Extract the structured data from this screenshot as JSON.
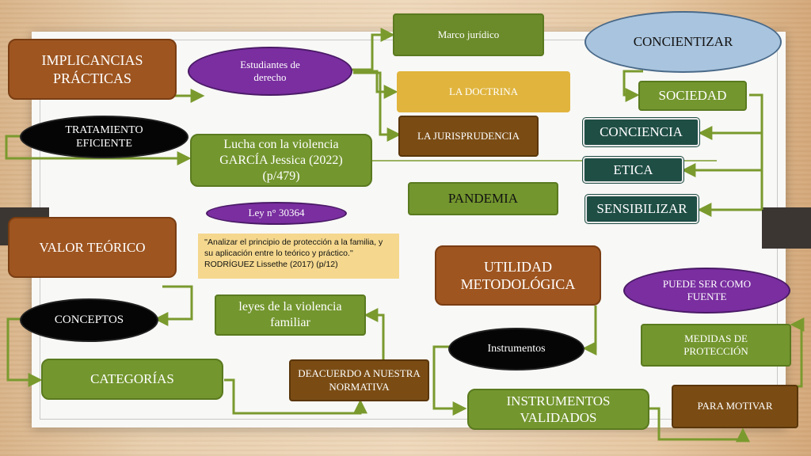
{
  "nodes": {
    "implicancias": "IMPLICANCIAS PRÁCTICAS",
    "estudiantes": "Estudiantes de derecho",
    "marco_juridico": "Marco jurídico",
    "concientizar": "CONCIENTIZAR",
    "doctrina": "LA DOCTRINA",
    "sociedad": "SOCIEDAD",
    "tratamiento": "TRATAMIENTO EFICIENTE",
    "jurisprudencia": "LA JURISPRUDENCIA",
    "conciencia": "CONCIENCIA",
    "lucha": "Lucha con la violencia GARCÍA Jessica (2022) (p/479)",
    "etica": "ETICA",
    "pandemia": "PANDEMIA",
    "sensibilizar": "SENSIBILIZAR",
    "ley": "Ley n° 30364",
    "valor_teorico": "VALOR TEÓRICO",
    "quote": "''Analizar el principio de protección a la familia, y su aplicación entre lo teórico y práctico.'' RODRÍGUEZ Lissethe (2017) (p/12)",
    "utilidad": "UTILIDAD METODOLÓGICA",
    "puede_ser": "PUEDE SER COMO FUENTE",
    "conceptos": "CONCEPTOS",
    "leyes": "leyes de la violencia familiar",
    "medidas": "MEDIDAS DE PROTECCIÓN",
    "instrumentos": "Instrumentos",
    "categorias": "CATEGORÍAS",
    "deacuerdo": "DEACUERDO A NUESTRA NORMATIVA",
    "instrumentos_validados": "INSTRUMENTOS VALIDADOS",
    "para_motivar": "PARA MOTIVAR"
  },
  "colors": {
    "connector": "#7a9a2e",
    "brown": "#9e5520",
    "green": "#73962e",
    "dark_green": "#1f4e45",
    "purple": "#7a2ea0",
    "gold": "#e0b43d",
    "light_blue": "#a9c4de"
  }
}
